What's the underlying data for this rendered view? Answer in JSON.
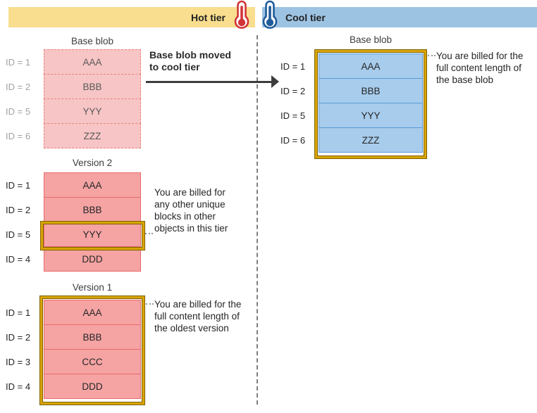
{
  "header": {
    "hot": {
      "label": "Hot tier"
    },
    "cool": {
      "label": "Cool tier"
    }
  },
  "hot_tier": {
    "base_blob": {
      "title": "Base blob",
      "rows": [
        {
          "id": "ID = 1",
          "value": "AAA"
        },
        {
          "id": "ID = 2",
          "value": "BBB"
        },
        {
          "id": "ID = 5",
          "value": "YYY"
        },
        {
          "id": "ID = 6",
          "value": "ZZZ"
        }
      ]
    },
    "move_note": {
      "line1": "Base blob moved",
      "line2": "to cool tier"
    },
    "version2": {
      "title": "Version 2",
      "rows": [
        {
          "id": "ID = 1",
          "value": "AAA"
        },
        {
          "id": "ID = 2",
          "value": "BBB"
        },
        {
          "id": "ID = 5",
          "value": "YYY"
        },
        {
          "id": "ID = 4",
          "value": "DDD"
        }
      ],
      "annotation": "You are billed for any other unique blocks in other objects in this tier"
    },
    "version1": {
      "title": "Version 1",
      "rows": [
        {
          "id": "ID = 1",
          "value": "AAA"
        },
        {
          "id": "ID = 2",
          "value": "BBB"
        },
        {
          "id": "ID = 3",
          "value": "CCC"
        },
        {
          "id": "ID = 4",
          "value": "DDD"
        }
      ],
      "annotation": "You are billed for the full content length of the oldest version"
    }
  },
  "cool_tier": {
    "base_blob": {
      "title": "Base blob",
      "rows": [
        {
          "id": "ID = 1",
          "value": "AAA"
        },
        {
          "id": "ID = 2",
          "value": "BBB"
        },
        {
          "id": "ID = 5",
          "value": "YYY"
        },
        {
          "id": "ID = 6",
          "value": "ZZZ"
        }
      ],
      "annotation": "You are billed for the full content length of the base blob"
    }
  },
  "colors": {
    "hot_bar": "#F8DE8E",
    "cool_bar": "#9DC3E3",
    "hot_therm": "#D13438",
    "cool_therm": "#1F5C99",
    "faded_fill": "#F7C5C5",
    "faded_border": "#E8837D",
    "pink_fill": "#F5A3A3",
    "pink_border": "#E96B6B",
    "blue_fill": "#A7CCEC",
    "blue_border": "#5B9BD5",
    "gold": "#D7A400",
    "gold_edge": "#806000",
    "arrow": "#3D3D3D"
  }
}
